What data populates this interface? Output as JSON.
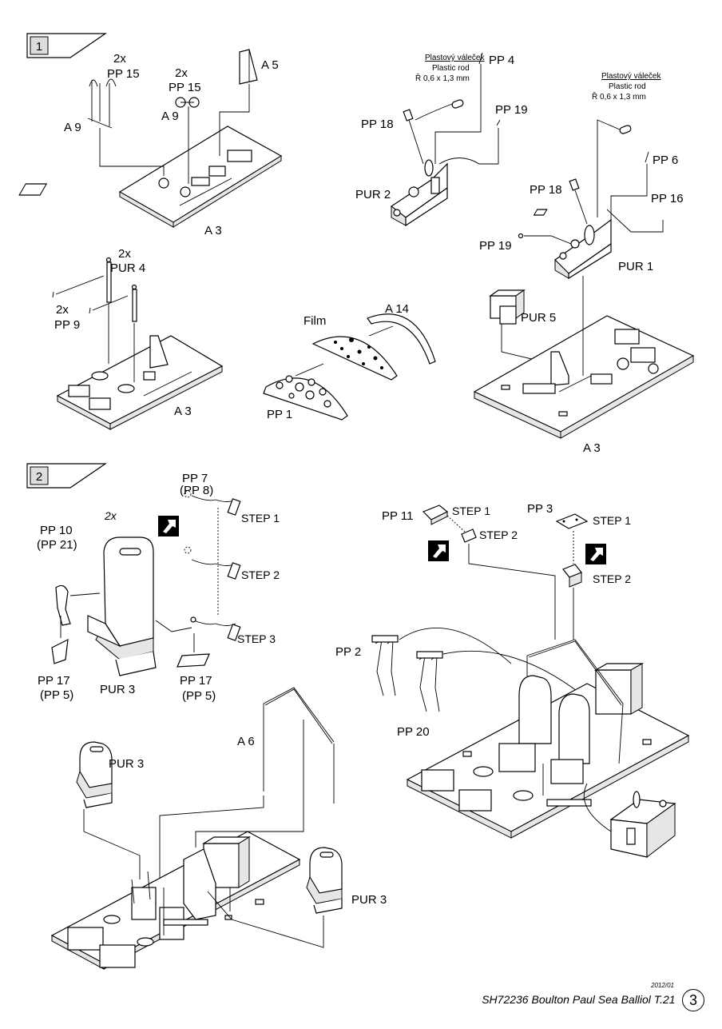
{
  "steps": {
    "step1": "1",
    "step2": "2"
  },
  "labels": {
    "s1_2x_a": "2x",
    "s1_pp15_a": "PP 15",
    "s1_a9_a": "A 9",
    "s1_2x_b": "2x",
    "s1_pp15_b": "PP 15",
    "s1_a9_b": "A 9",
    "s1_a5": "A 5",
    "s1_a3_top": "A 3",
    "rod1_cz": "Plastový váleček",
    "rod1_en": "Plastic rod",
    "rod1_dim": "Ř 0,6 x 1,3 mm",
    "s1_pp4": "PP 4",
    "s1_pp18_a": "PP 18",
    "s1_pp19_a": "PP 19",
    "s1_pur2": "PUR 2",
    "rod2_cz": "Plastový váleček",
    "rod2_en": "Plastic rod",
    "rod2_dim": "Ř 0,6 x 1,3 mm",
    "s1_pp6": "PP 6",
    "s1_pp18_b": "PP 18",
    "s1_pp16": "PP 16",
    "s1_pp19_b": "PP 19",
    "s1_pur1": "PUR 1",
    "s1_pur5": "PUR 5",
    "s1_a3_right": "A 3",
    "s1_2x_c": "2x",
    "s1_pur4": "PUR 4",
    "s1_2x_d": "2x",
    "s1_pp9": "PP 9",
    "s1_a3_left": "A 3",
    "s1_a14": "A 14",
    "s1_film": "Film",
    "s1_pp1": "PP 1",
    "s2_pp7": "PP 7",
    "s2_pp8": "(PP 8)",
    "s2_step1_a": "STEP 1",
    "s2_step2_a": "STEP 2",
    "s2_step3_a": "STEP 3",
    "s2_2x": "2x",
    "s2_pp10": "PP 10",
    "s2_pp21": "(PP 21)",
    "s2_pp17_a": "PP 17",
    "s2_pp5_a": "(PP 5)",
    "s2_pur3_a": "PUR 3",
    "s2_pp17_b": "PP 17",
    "s2_pp5_b": "(PP 5)",
    "s2_pp11": "PP 11",
    "s2_step1_b": "STEP 1",
    "s2_step2_b": "STEP 2",
    "s2_pp3": "PP 3",
    "s2_step1_c": "STEP 1",
    "s2_step2_c": "STEP 2",
    "s2_pp2": "PP 2",
    "s2_pp20": "PP 20",
    "s2_pur3_b": "PUR 3",
    "s2_a6": "A 6",
    "s2_pur3_c": "PUR 3"
  },
  "footer": {
    "date": "2012/01",
    "title": "SH72236 Boulton Paul Sea Balliol T.21",
    "page": "3"
  }
}
